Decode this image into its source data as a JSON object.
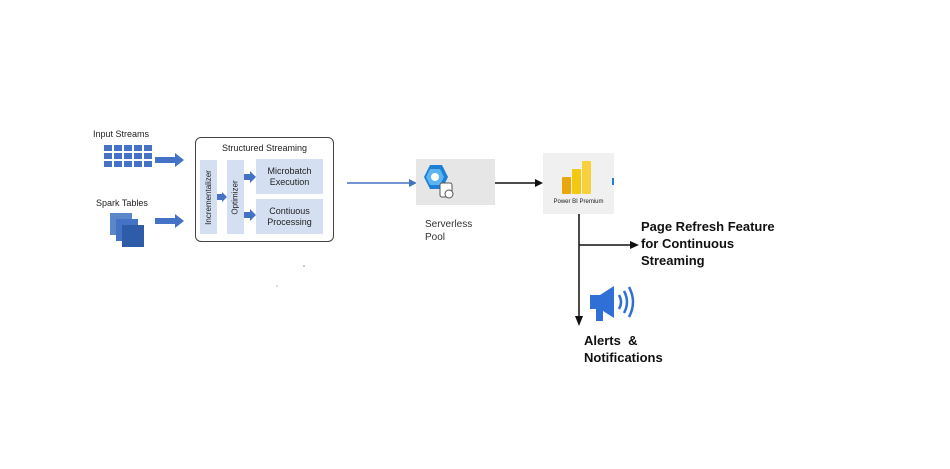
{
  "inputs": {
    "input_streams_label": "Input Streams",
    "spark_tables_label": "Spark Tables"
  },
  "structured_streaming": {
    "title": "Structured Streaming",
    "incrementalizer": "Incrementalizer",
    "optimizer": "Optimizer",
    "microbatch": "Microbatch\nExecution",
    "continuous": "Contiuous\nProcessing"
  },
  "serverless": {
    "label": "Serverless\nPool"
  },
  "powerbi": {
    "label": "Power BI Premium"
  },
  "outputs": {
    "page_refresh": "Page Refresh Feature\nfor Continuous\nStreaming",
    "alerts": "Alerts  &\nNotifications"
  },
  "colors": {
    "accent_blue": "#4472c4",
    "light_blue_fill": "#d4e0f2",
    "powerbi_yellow": "#f2c811",
    "arrow_dark": "#111111"
  }
}
